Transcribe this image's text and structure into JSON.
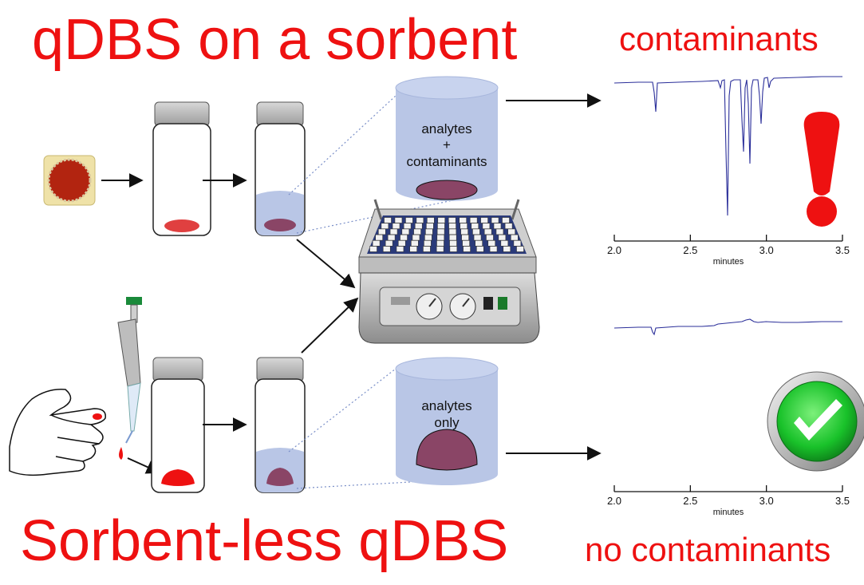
{
  "titles": {
    "top": "qDBS on a sorbent",
    "bottom": "Sorbent-less qDBS",
    "contaminants": "contaminants",
    "no_contaminants": "no contaminants"
  },
  "cylinders": {
    "top": {
      "line1": "analytes",
      "line2": "+",
      "line3": "contaminants"
    },
    "bottom": {
      "line1": "analytes",
      "line2": "only"
    }
  },
  "axes": {
    "ticks": [
      "2.0",
      "2.5",
      "3.0",
      "3.5"
    ],
    "label": "minutes"
  },
  "colors": {
    "title_red": "#ee1111",
    "trace_blue": "#2b2f9a",
    "cylinder_fill": "#b9c6e6",
    "sample_purple": "#8a4566",
    "blood_red": "#ee1111"
  },
  "icons": {
    "warning": "exclamation-mark-icon",
    "success": "checkmark-icon"
  }
}
